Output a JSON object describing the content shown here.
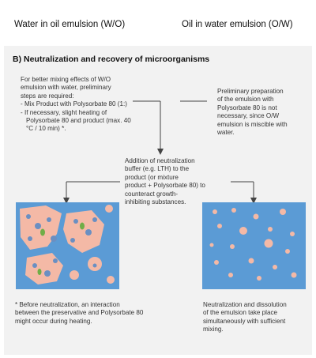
{
  "header": {
    "left_title": "Water in oil emulsion (W/O)",
    "right_title": "Oil in water emulsion (O/W)"
  },
  "section": {
    "title": "B) Neutralization and recovery of microorganisms"
  },
  "left_text": {
    "lines": [
      "For better mixing effects of W/O",
      "emulsion with water, preliminary",
      "steps are required:",
      "- Mix Product with Polysorbate 80 (1:)",
      "- If necessary, slight heating of",
      "  Polysorbate 80 and product (max. 40",
      "  °C / 10 min) *."
    ]
  },
  "right_text": {
    "lines": [
      "Preliminary preparation",
      "of the emulsion with",
      "Polysorbate 80 is not",
      "necessary, since O/W",
      "emulsion is miscible with",
      "water."
    ]
  },
  "center_text": {
    "lines": [
      "Addition of neutralization",
      "buffer (e.g. LTH) to the",
      "product (or mixture",
      "product + Polysorbate 80) to",
      "counteract growth-",
      "inhibiting substances."
    ]
  },
  "footnote_left": {
    "lines": [
      "* Before neutralization, an interaction",
      "between the preservative and Polysorbate 80",
      "might occur during heating."
    ]
  },
  "footnote_right": {
    "lines": [
      "Neutralization and dissolution",
      "of the emulsion take place",
      "simultaneously with sufficient",
      "mixing."
    ]
  },
  "colors": {
    "panel": "#f2f2f2",
    "water": "#5b9bd5",
    "oil": "#f4b9a6",
    "microbe_blue": "#6a8fc2",
    "microbe_green": "#70ad47",
    "line": "#444444"
  }
}
